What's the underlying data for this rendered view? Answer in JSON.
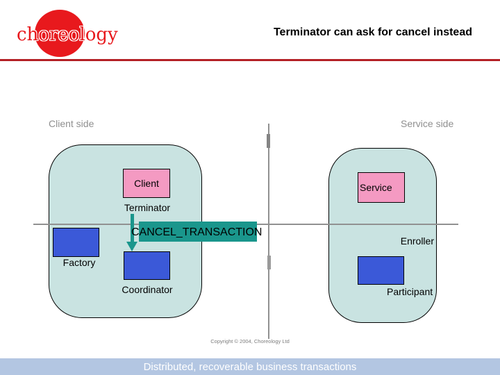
{
  "header": {
    "logo_text": "choreology",
    "title": "Terminator can ask for cancel instead"
  },
  "diagram": {
    "client_side_label": "Client side",
    "service_side_label": "Service side",
    "client_box_label": "Client",
    "terminator_label": "Terminator",
    "cancel_message": "CANCEL_TRANSACTION",
    "factory_label": "Factory",
    "coordinator_label": "Coordinator",
    "service_box_label": "Service",
    "enroller_label": "Enroller",
    "participant_label": "Participant"
  },
  "footer": {
    "copyright": "Copyright © 2004, Choreology Ltd",
    "tagline": "Distributed, recoverable business transactions"
  },
  "colors": {
    "accent_red": "#b42025",
    "logo_red": "#e8191d",
    "panel_fill": "#c9e3e1",
    "pink": "#f49ac2",
    "blue": "#3b59d8",
    "teal": "#1a968c",
    "footer_bar": "#b3c6e2",
    "gray_line": "#919191",
    "gray_label": "#8f8f8f"
  }
}
